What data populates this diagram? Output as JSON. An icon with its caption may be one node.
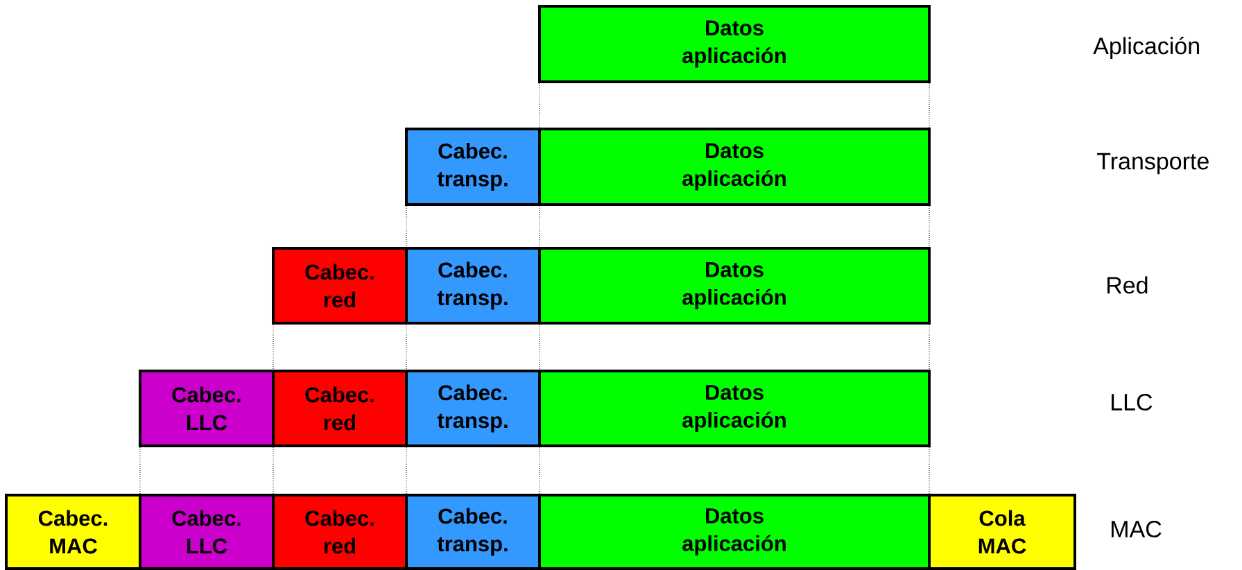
{
  "diagram": {
    "nodes": [
      {
        "text": [
          "Datos aplicación"
        ]
      },
      {
        "text": [
          "Cabec. transp."
        ]
      },
      {
        "text": [
          "Datos aplicación"
        ]
      },
      {
        "text": [
          "Cabec. red"
        ]
      },
      {
        "text": [
          "Cabec. transp."
        ]
      },
      {
        "text": [
          "Datos aplicación"
        ]
      },
      {
        "text": [
          "Cabec. LLC"
        ]
      },
      {
        "text": [
          "Cabec. red"
        ]
      },
      {
        "text": [
          "Cabec. transp."
        ]
      },
      {
        "text": [
          "Datos aplicación"
        ]
      },
      {
        "text": [
          "Cabec. MAC"
        ]
      },
      {
        "text": [
          "Cabec. LLC"
        ]
      },
      {
        "text": [
          "Cabec. red"
        ]
      },
      {
        "text": [
          "Cabec. transp."
        ]
      },
      {
        "text": [
          "Datos aplicación"
        ]
      },
      {
        "text": [
          "Cola MAC"
        ]
      }
    ],
    "labels": [
      "Aplicación",
      "Transporte",
      "Red",
      "LLC",
      "MAC"
    ]
  }
}
